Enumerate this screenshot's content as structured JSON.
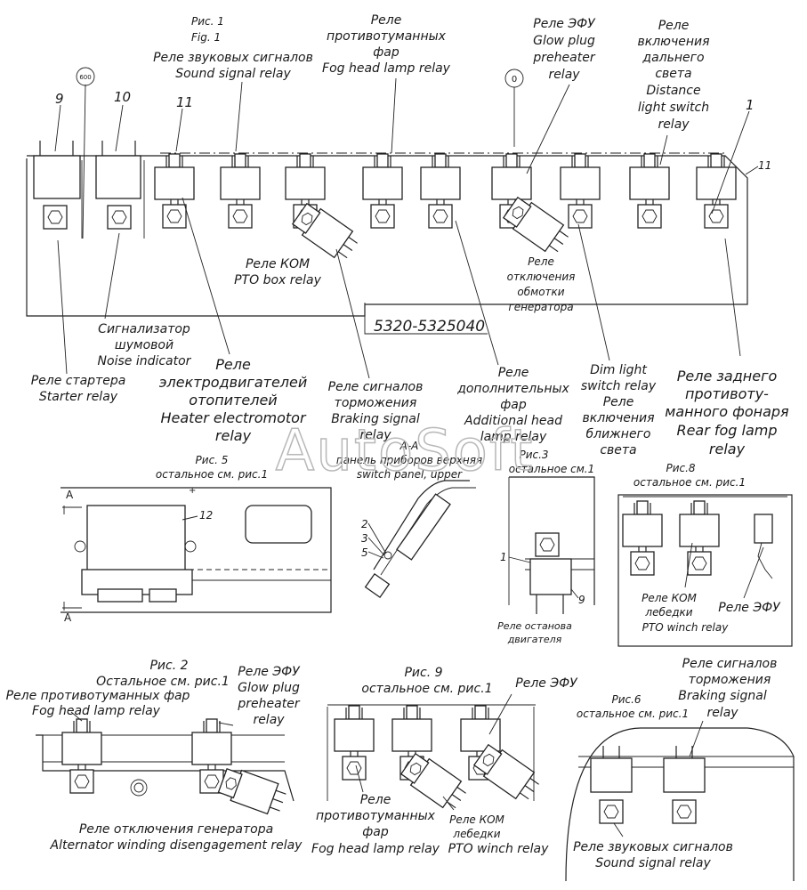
{
  "fig1": {
    "label_ru": "Рис. 1",
    "label_en": "Fig. 1",
    "callout_600": "600",
    "callout_0": "0",
    "numbers": {
      "n9": "9",
      "n10": "10",
      "n11": "11",
      "n1": "1",
      "n11b": "11"
    },
    "code": "5320-5325040",
    "sound_signal": [
      "Реле звуковых сигналов",
      "Sound signal relay"
    ],
    "fog_head": [
      "Реле",
      "противотуманных",
      "фар",
      "Fog head lamp relay"
    ],
    "glow_plug": [
      "Реле ЭФУ",
      "Glow plug",
      "preheater",
      "relay"
    ],
    "distance_light": [
      "Реле",
      "включения",
      "дальнего",
      "света",
      "Distance",
      "light switch",
      "relay"
    ],
    "pto_box": [
      "Реле КОМ",
      "PTO box relay"
    ],
    "generator_off": [
      "Реле",
      "отключения",
      "обмотки",
      "генератора"
    ],
    "noise": [
      "Сигнализатор",
      "шумовой",
      "Noise indicator"
    ],
    "starter": [
      "Реле стартера",
      "Starter relay"
    ],
    "heater": [
      "Реле",
      "электродвигателей",
      "отопителей",
      "Heater electromotor",
      "relay"
    ],
    "braking": [
      "Реле сигналов",
      "торможения",
      "Braking signal",
      "relay"
    ],
    "additional_head": [
      "Реле",
      "дополнительных",
      "фар",
      "Additional head",
      "lamp relay"
    ],
    "dim_light": [
      "Dim light",
      "switch relay",
      "Реле",
      "включения",
      "ближнего",
      "света"
    ],
    "rear_fog": [
      "Реле заднего",
      "противоту-",
      "манного фонаря",
      "Rear fog lamp",
      "relay"
    ]
  },
  "fig5": {
    "title": [
      "Рис. 5",
      "остальное см. рис.1"
    ],
    "n12": "12",
    "a_top": "A",
    "a_bottom": "A"
  },
  "section_aa": {
    "title": [
      "А-А",
      "панель приборов верхняя",
      "switch panel, upper"
    ],
    "n2": "2",
    "n3": "3",
    "n5": "5"
  },
  "fig3": {
    "title": [
      "Рис.3",
      "остальное см.1"
    ],
    "n1": "1",
    "n9": "9",
    "caption": [
      "Реле останова",
      "двигателя"
    ]
  },
  "fig8": {
    "title": [
      "Рис.8",
      "остальное см. рис.1"
    ],
    "pto_winch": [
      "Реле КОМ",
      "лебедки",
      "PTO winch relay"
    ],
    "efu": "Реле ЭФУ"
  },
  "fig2": {
    "title": [
      "Рис. 2",
      "Остальное см. рис.1"
    ],
    "fog": [
      "Реле противотуманных фар",
      "Fog head lamp relay"
    ],
    "efu": [
      "Реле ЭФУ",
      "Glow plug",
      "preheater",
      "relay"
    ],
    "alternator": [
      "Реле отключения генератора",
      "Alternator winding disengagement relay"
    ]
  },
  "fig9": {
    "title": [
      "Рис. 9",
      "остальное см. рис.1"
    ],
    "efu": "Реле ЭФУ",
    "fog": [
      "Реле",
      "противотуманных",
      "фар",
      "Fog head lamp relay"
    ],
    "pto_winch": [
      "Реле КОМ",
      "лебедки",
      "PTO winch relay"
    ]
  },
  "fig6": {
    "title": [
      "Рис.6",
      "остальное см. рис.1"
    ],
    "braking": [
      "Реле сигналов",
      "торможения",
      "Braking signal",
      "relay"
    ],
    "sound": [
      "Реле звуковых сигналов",
      "Sound signal relay"
    ]
  },
  "watermark": "AutoSoft"
}
